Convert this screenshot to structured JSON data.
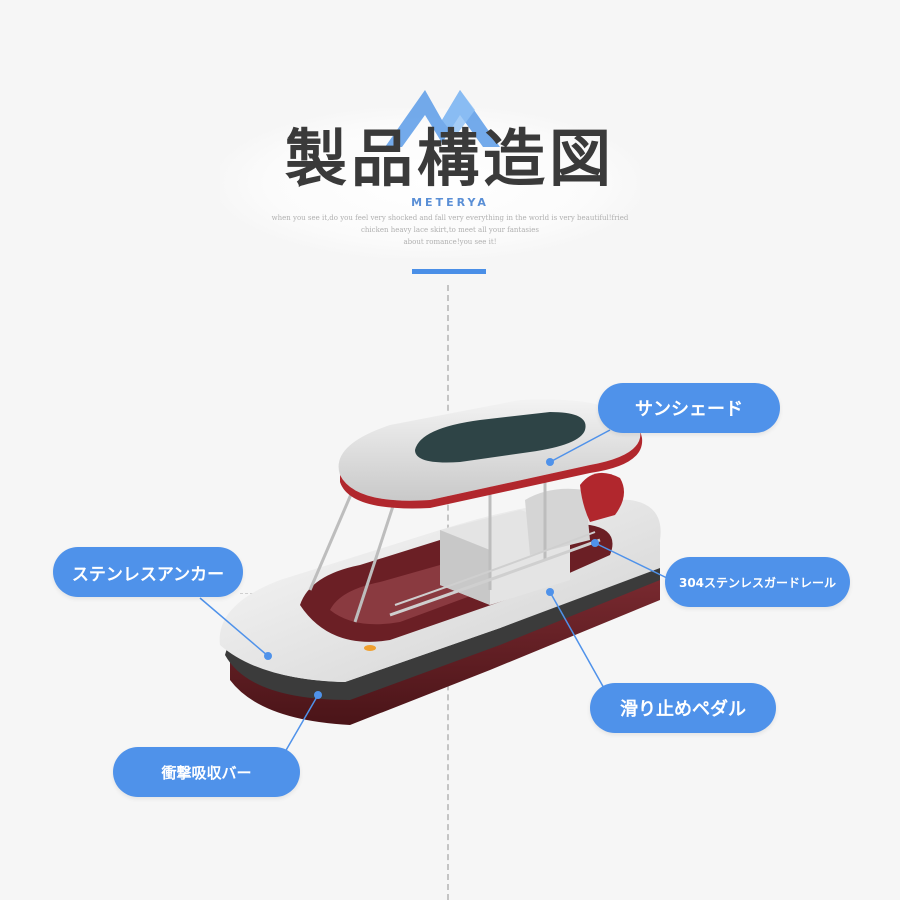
{
  "header": {
    "title": "製品構造図",
    "logo_text": "METERYA",
    "tagline": [
      "when you see it,do you feel very shocked and fall very everything in the world is very beautiful!fried",
      "chicken heavy lace skirt,to meet all your fantasies",
      "about romance!you see it!"
    ]
  },
  "callouts": {
    "sunshade": "サンシェード",
    "anchor": "ステンレスアンカー",
    "rail": "304ステンレスガードレール",
    "pedal": "滑り止めペダル",
    "bumper": "衝撃吸収バー"
  },
  "colors": {
    "accent": "#4f92ea",
    "hull_red": "#6b1f25",
    "title": "#3a3a3a"
  }
}
